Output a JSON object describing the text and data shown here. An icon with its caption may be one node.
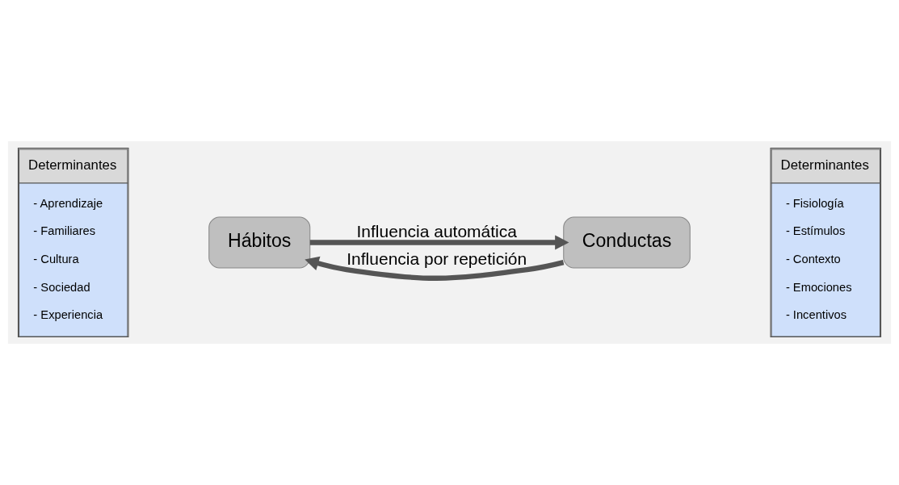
{
  "diagram": {
    "nodes": [
      {
        "text": [
          "Determinantes",
          "- Aprendizaje",
          "- Familiares",
          "- Cultura",
          "- Sociedad",
          "- Experiencia"
        ]
      },
      {
        "text": [
          "Hábitos"
        ]
      },
      {
        "text": [
          "Conductas"
        ]
      },
      {
        "text": [
          "Determinantes",
          "- Fisiología",
          "- Estímulos",
          "- Contexto",
          "- Emociones",
          "- Incentivos"
        ]
      }
    ],
    "edges": [
      {
        "from": 1,
        "to": 2,
        "arrow": "to",
        "label": "Influencia automática"
      },
      {
        "from": 2,
        "to": 1,
        "arrow": "to",
        "label": "Influencia por repetición"
      }
    ]
  }
}
